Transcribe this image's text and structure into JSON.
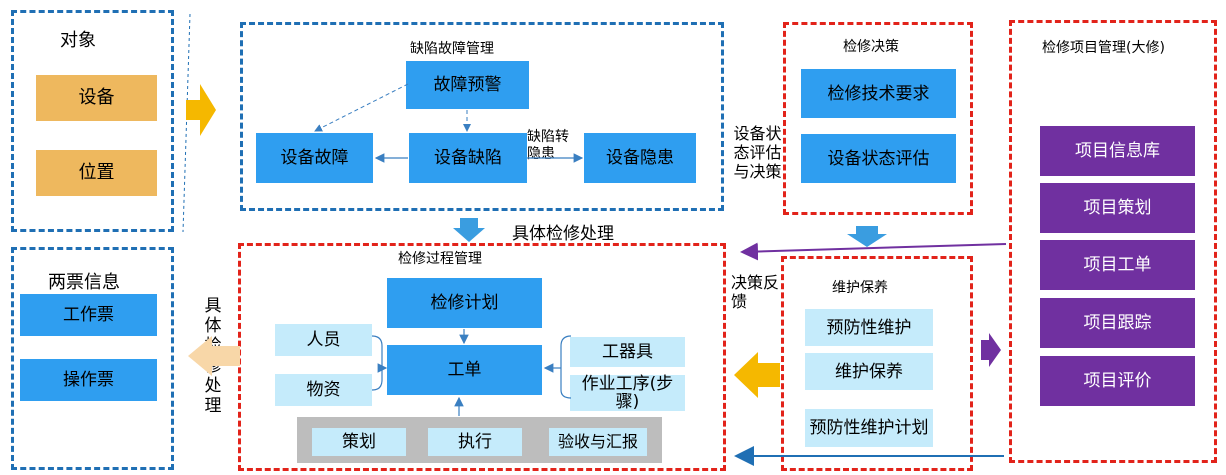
{
  "object": {
    "title": "对象",
    "items": [
      "设备",
      "位置"
    ]
  },
  "tickets": {
    "title": "两票信息",
    "items": [
      "工作票",
      "操作票"
    ]
  },
  "defect": {
    "title": "缺陷故障管理",
    "warning": "故障预警",
    "fault": "设备故障",
    "defect": "设备缺陷",
    "hazard": "设备隐患",
    "transfer_label": "缺陷转隐患"
  },
  "decision": {
    "title": "检修决策",
    "tech_req": "检修技术要求",
    "state_eval": "设备状态评估",
    "side_label": "设备状态评估与决策"
  },
  "project": {
    "title": "检修项目管理(大修)",
    "items": [
      "项目信息库",
      "项目策划",
      "项目工单",
      "项目跟踪",
      "项目评价"
    ]
  },
  "process": {
    "title": "检修过程管理",
    "plan": "检修计划",
    "order": "工单",
    "left_items": [
      "人员",
      "物资"
    ],
    "right_items": [
      "工器具",
      "作业工序(步骤)"
    ],
    "bottom_items": [
      "策划",
      "执行",
      "验收与汇报"
    ],
    "top_label": "具体检修处理",
    "side_label": "具体检修处理"
  },
  "maintenance": {
    "title": "维护保养",
    "items": [
      "预防性维护",
      "维护保养",
      "预防性维护计划"
    ],
    "feedback_label": "决策反馈"
  },
  "colors": {
    "blue_frame": "#1f6fb4",
    "red_frame": "#e2231a",
    "orange": "#eeb85e",
    "blue_box": "#2f9ef0",
    "light_blue": "#c5ebfb",
    "purple": "#7030a0",
    "arrow_orange": "#f5b800",
    "arrow_blue": "#3a9de0"
  }
}
